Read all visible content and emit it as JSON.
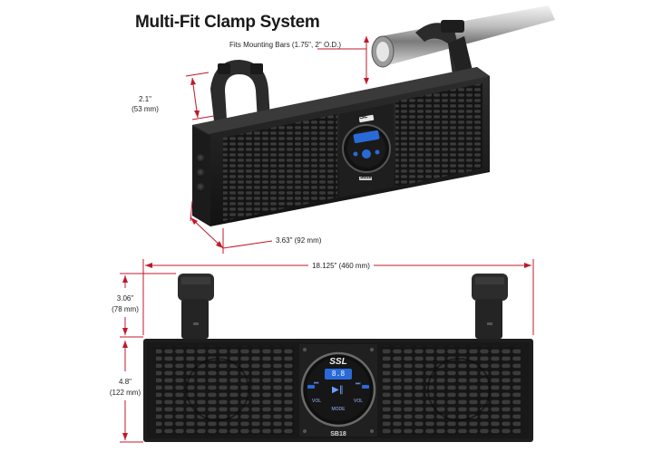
{
  "title": "Multi-Fit Clamp System",
  "annotations": {
    "mounting_bars": "Fits Mounting Bars (1.75\", 2\" O.D.)",
    "clamp_height_in": "2.1\"",
    "clamp_height_mm": "(53 mm)",
    "depth": "3.63\" (92 mm)",
    "width": "18.125\" (460 mm)",
    "front_clamp_height_in": "3.06\"",
    "front_clamp_height_mm": "(78 mm)",
    "body_height_in": "4.8\"",
    "body_height_mm": "(122 mm)"
  },
  "device": {
    "brand_logo": "SSL",
    "model": "SB18",
    "display_text": "8.8",
    "buttons": {
      "vol_minus": "VOL",
      "vol_plus": "VOL",
      "mode": "MODE"
    },
    "icons": [
      "power-icon",
      "prev-track-icon",
      "play-pause-icon",
      "next-track-icon"
    ]
  },
  "colors": {
    "dimension_line": "#c0182b",
    "display": "#2a6ad8",
    "body": "#1c1c1c",
    "chrome_bar": "#c9c9c9"
  }
}
